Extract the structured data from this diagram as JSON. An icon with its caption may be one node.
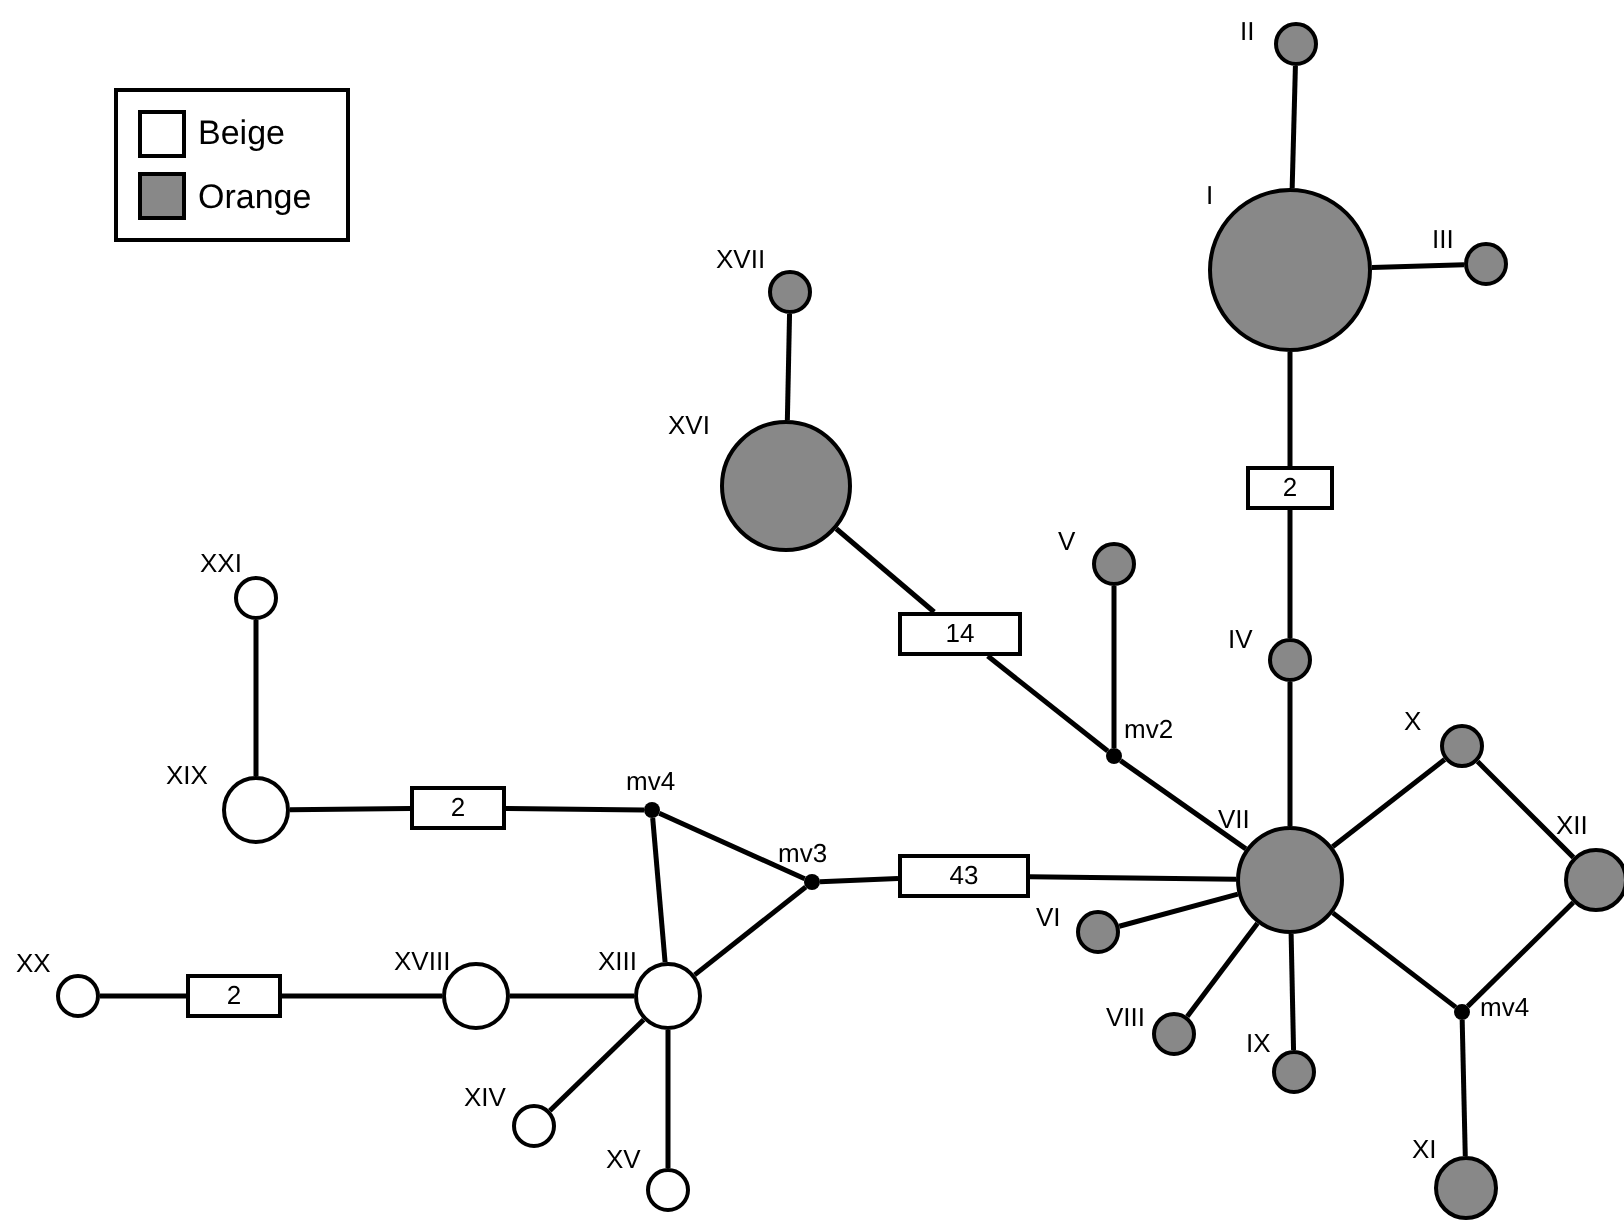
{
  "diagram": {
    "nodes": [
      {
        "text": [
          "II"
        ]
      },
      {
        "text": [
          "I"
        ]
      },
      {
        "text": [
          "III"
        ]
      },
      {
        "text": [
          "2"
        ]
      },
      {
        "text": [
          "IV"
        ]
      },
      {
        "text": [
          "XVII"
        ]
      },
      {
        "text": [
          "XVI"
        ]
      },
      {
        "text": [
          "14"
        ]
      },
      {
        "text": [
          "V"
        ]
      },
      {
        "text": [
          "mv2"
        ]
      },
      {
        "text": [
          "XXI"
        ]
      },
      {
        "text": [
          "XIX"
        ]
      },
      {
        "text": [
          "2"
        ]
      },
      {
        "text": [
          "mv4"
        ]
      },
      {
        "text": [
          "mv3"
        ]
      },
      {
        "text": [
          "43"
        ]
      },
      {
        "text": [
          "VII"
        ]
      },
      {
        "text": [
          "X"
        ]
      },
      {
        "text": [
          "XII"
        ]
      },
      {
        "text": [
          "VI"
        ]
      },
      {
        "text": [
          "VIII"
        ]
      },
      {
        "text": [
          "IX"
        ]
      },
      {
        "text": [
          "mv4"
        ]
      },
      {
        "text": [
          "XI"
        ]
      },
      {
        "text": [
          "XX"
        ]
      },
      {
        "text": [
          "2"
        ]
      },
      {
        "text": [
          "XVIII"
        ]
      },
      {
        "text": [
          "XIII"
        ]
      },
      {
        "text": [
          "XIV"
        ]
      },
      {
        "text": [
          "XV"
        ]
      }
    ],
    "edges": [
      {
        "from": 0,
        "to": 1,
        "arrow": "none"
      },
      {
        "from": 1,
        "to": 2,
        "arrow": "none"
      },
      {
        "from": 1,
        "to": 3,
        "arrow": "none"
      },
      {
        "from": 3,
        "to": 4,
        "arrow": "none"
      },
      {
        "from": 4,
        "to": 16,
        "arrow": "none"
      },
      {
        "from": 5,
        "to": 6,
        "arrow": "none"
      },
      {
        "from": 6,
        "to": 7,
        "arrow": "none"
      },
      {
        "from": 7,
        "to": 9,
        "arrow": "none"
      },
      {
        "from": 8,
        "to": 9,
        "arrow": "none"
      },
      {
        "from": 9,
        "to": 16,
        "arrow": "none"
      },
      {
        "from": 10,
        "to": 11,
        "arrow": "none"
      },
      {
        "from": 11,
        "to": 12,
        "arrow": "none"
      },
      {
        "from": 12,
        "to": 13,
        "arrow": "none"
      },
      {
        "from": 13,
        "to": 14,
        "arrow": "none"
      },
      {
        "from": 13,
        "to": 27,
        "arrow": "none"
      },
      {
        "from": 14,
        "to": 27,
        "arrow": "none"
      },
      {
        "from": 14,
        "to": 15,
        "arrow": "none"
      },
      {
        "from": 15,
        "to": 16,
        "arrow": "none"
      },
      {
        "from": 16,
        "to": 17,
        "arrow": "none"
      },
      {
        "from": 17,
        "to": 18,
        "arrow": "none"
      },
      {
        "from": 18,
        "to": 22,
        "arrow": "none"
      },
      {
        "from": 16,
        "to": 22,
        "arrow": "none"
      },
      {
        "from": 16,
        "to": 19,
        "arrow": "none"
      },
      {
        "from": 16,
        "to": 20,
        "arrow": "none"
      },
      {
        "from": 16,
        "to": 21,
        "arrow": "none"
      },
      {
        "from": 22,
        "to": 23,
        "arrow": "none"
      },
      {
        "from": 24,
        "to": 25,
        "arrow": "none"
      },
      {
        "from": 25,
        "to": 26,
        "arrow": "none"
      },
      {
        "from": 26,
        "to": 27,
        "arrow": "none"
      },
      {
        "from": 27,
        "to": 28,
        "arrow": "none"
      },
      {
        "from": 27,
        "to": 29,
        "arrow": "none"
      }
    ],
    "legend": [
      {
        "text": "Beige",
        "color": "#ffffff"
      },
      {
        "text": "Orange",
        "color": "#888888"
      }
    ]
  }
}
